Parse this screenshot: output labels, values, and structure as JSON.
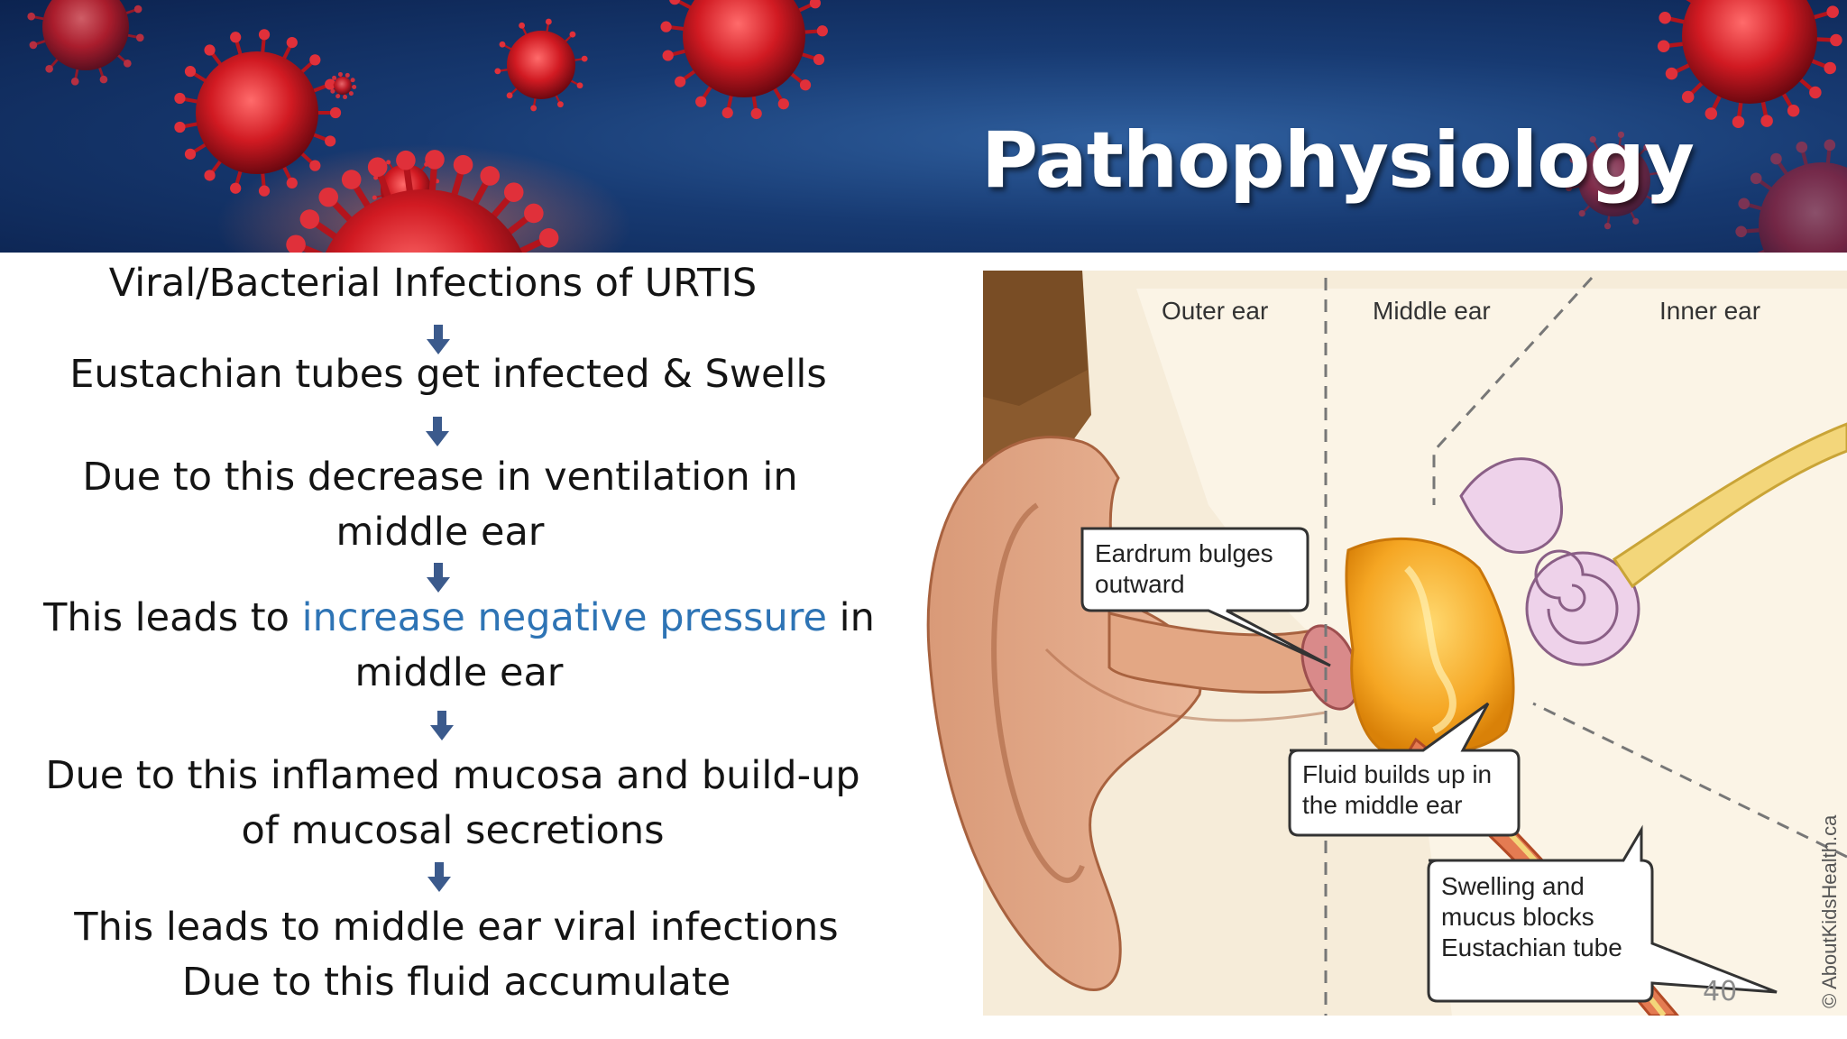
{
  "slide": {
    "title": "Pathophysiology",
    "page_number": "40"
  },
  "flow": {
    "steps": [
      {
        "lines": [
          "Viral/Bacterial Infections of URTIS"
        ]
      },
      {
        "lines": [
          "Eustachian tubes get infected & Swells"
        ]
      },
      {
        "lines": [
          "Due to this decrease in ventilation in",
          "middle ear"
        ]
      },
      {
        "before": "This leads to ",
        "highlight": "increase negative pressure",
        "after": " in",
        "line2": "middle ear"
      },
      {
        "lines": [
          "Due to this inflamed mucosa and build-up",
          "of mucosal secretions"
        ]
      },
      {
        "lines": [
          "This leads to middle ear viral infections",
          "Due to this fluid accumulate"
        ]
      }
    ],
    "colors": {
      "text": "#141414",
      "highlight": "#2e74b5",
      "arrow": "#3b5a8c"
    }
  },
  "diagram": {
    "region_labels": [
      "Outer ear",
      "Middle ear",
      "Inner ear"
    ],
    "callouts": [
      {
        "lines": [
          "Eardrum bulges",
          "outward"
        ]
      },
      {
        "lines": [
          "Fluid builds up in",
          "the middle ear"
        ]
      },
      {
        "lines": [
          "Swelling and",
          "mucus blocks",
          "Eustachian tube"
        ]
      }
    ],
    "credit": "© AboutKidsHealth.ca"
  }
}
